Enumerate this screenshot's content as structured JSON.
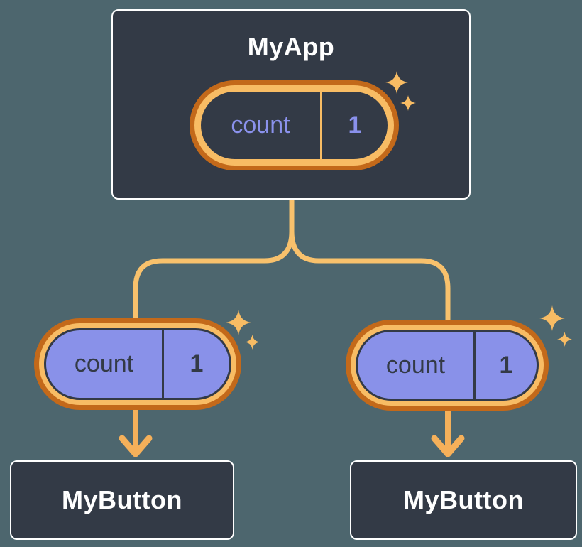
{
  "diagram_type": "react-component-tree",
  "colors": {
    "background": "#4D666E",
    "node_fill": "#333A46",
    "node_border": "#FFFFFF",
    "pill_border_outer": "#C3691A",
    "pill_ring": "#F8BC64",
    "connector": "#F8C16C",
    "arrow": "#F5B05A",
    "state_fill_purple": "#8991E9",
    "state_text_purple": "#8A91EC",
    "state_text_dark": "#333A46"
  },
  "root_node": {
    "title": "MyApp",
    "state": {
      "label": "count",
      "value": "1"
    }
  },
  "child_nodes": [
    {
      "title": "MyButton",
      "state": {
        "label": "count",
        "value": "1"
      }
    },
    {
      "title": "MyButton",
      "state": {
        "label": "count",
        "value": "1"
      }
    }
  ],
  "icons": {
    "sparkle": "four-point-star"
  }
}
